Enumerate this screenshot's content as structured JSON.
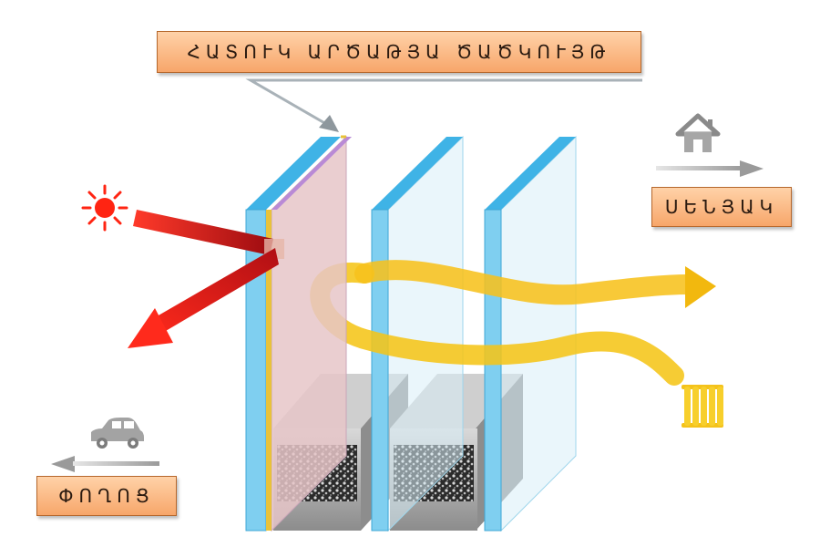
{
  "labels": {
    "coating": "ՀԱՏՈՒԿ ԱՐԾԱԹՅԱ ԾԱԾԿՈՒՅԹ",
    "room": "ՍԵՆՅԱԿ",
    "street": "ՓՈՂՈՑ"
  },
  "icons": {
    "sun": "sun-icon",
    "house": "house-icon",
    "car": "car-icon",
    "radiator": "radiator-icon"
  },
  "colors": {
    "glass_edge": "#5bc3e8",
    "glass_face": "#d8eef6",
    "coated_face": "#e8c9c9",
    "coating_layer": "#e8c23a",
    "heat_ray": "#e0161b",
    "warm_flow": "#f5c518",
    "label_bg": "#f7a66a",
    "spacer": "#9a9a9a"
  }
}
